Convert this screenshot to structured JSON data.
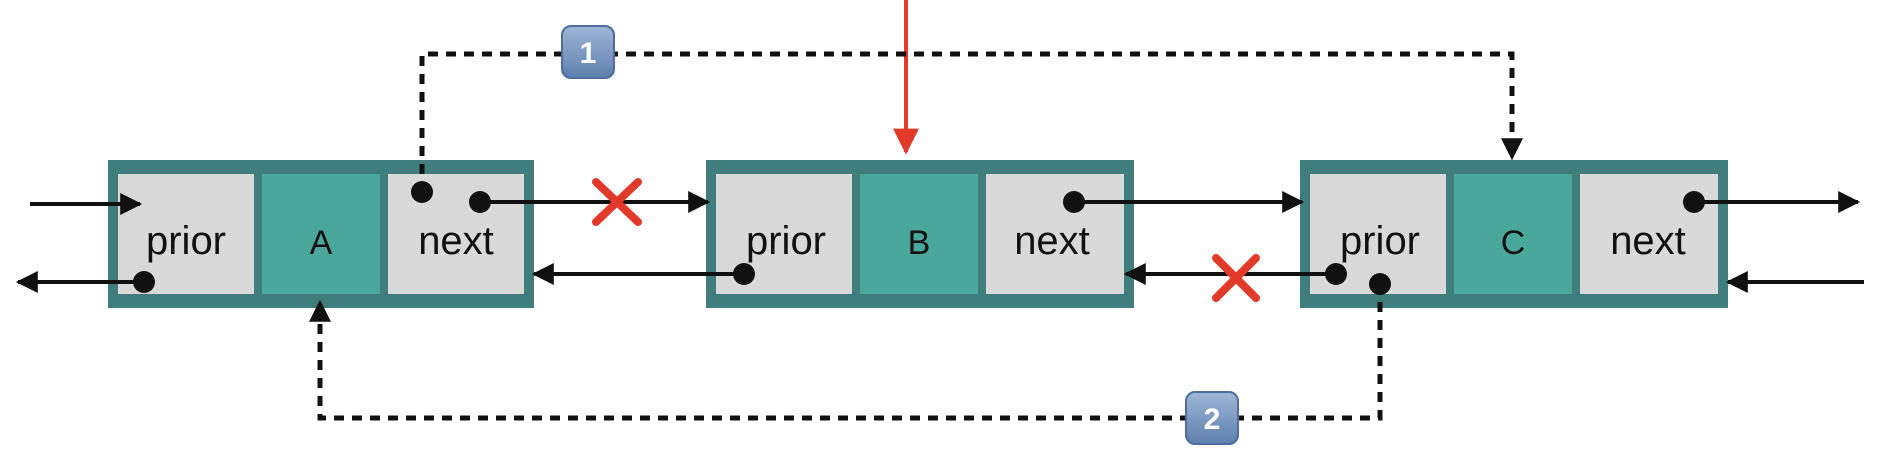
{
  "nodes": [
    {
      "id": "A",
      "prior_label": "prior",
      "data_label": "A",
      "next_label": "next"
    },
    {
      "id": "B",
      "prior_label": "prior",
      "data_label": "B",
      "next_label": "next"
    },
    {
      "id": "C",
      "prior_label": "prior",
      "data_label": "C",
      "next_label": "next"
    }
  ],
  "steps": [
    {
      "label": "1"
    },
    {
      "label": "2"
    }
  ],
  "colors": {
    "frame": "#3f7e7c",
    "data_cell": "#4aa79c",
    "pointer_cell": "#d9d9d9",
    "arrow": "#111111",
    "insert_arrow": "#e23a2a",
    "cross": "#e23a2a",
    "badge": "#6e8fb8"
  }
}
